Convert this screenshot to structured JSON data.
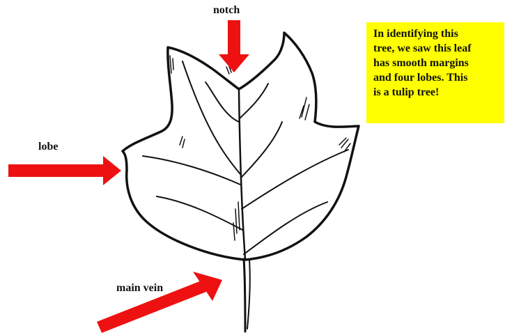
{
  "labels": {
    "notch": "notch",
    "lobe": "lobe",
    "main_vein": "main vein"
  },
  "note": {
    "line1": "In identifying this",
    "line2": "tree, we saw this leaf",
    "line3": "has smooth margins",
    "line4": "and four lobes. This",
    "line5": "is a tulip tree!"
  },
  "colors": {
    "arrow": "#ee1111",
    "note_background": "#ffff00",
    "leaf_outline": "#111111"
  }
}
